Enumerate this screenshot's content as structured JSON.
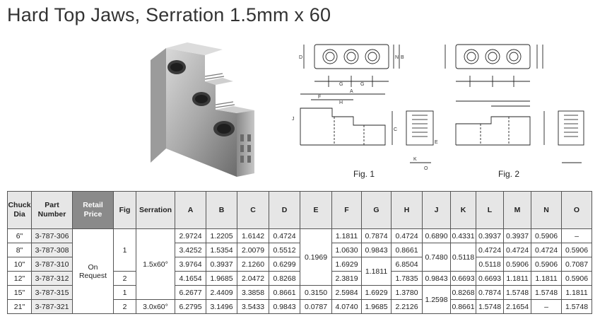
{
  "title": "Hard Top Jaws, Serration 1.5mm x 60",
  "figures": {
    "fig1_label": "Fig. 1",
    "fig2_label": "Fig. 2",
    "dims": {
      "A": "A",
      "B": "B",
      "C": "C",
      "D": "D",
      "E": "E",
      "F": "F",
      "G": "G",
      "H": "H",
      "J": "J",
      "K": "K",
      "N": "N",
      "O": "O"
    }
  },
  "table": {
    "headers": {
      "chuck_dia": "Chuck Dia",
      "part_number": "Part Number",
      "retail_price": "Retail Price",
      "fig": "Fig",
      "serration": "Serration",
      "A": "A",
      "B": "B",
      "C": "C",
      "D": "D",
      "E": "E",
      "F": "F",
      "G": "G",
      "H": "H",
      "J": "J",
      "K": "K",
      "L": "L",
      "M": "M",
      "N": "N",
      "O": "O"
    },
    "price_text_1": "On",
    "price_text_2": "Request",
    "fig_values": [
      "1",
      "2",
      "1",
      "2"
    ],
    "serration_values": [
      "1.5x60°",
      "3.0x60°"
    ],
    "merged": {
      "E_123": "0.1969",
      "G_34": "1.1811",
      "J_23": "0.7480",
      "K_23": "0.5118",
      "J_56": "1.2598"
    },
    "rows": [
      {
        "dia": "6\"",
        "part": "3-787-306",
        "A": "2.9724",
        "B": "1.2205",
        "C": "1.6142",
        "D": "0.4724",
        "F": "1.1811",
        "G": "0.7874",
        "H": "0.4724",
        "J": "0.6890",
        "K": "0.4331",
        "L": "0.3937",
        "M": "0.3937",
        "N": "0.5906",
        "O": "–"
      },
      {
        "dia": "8\"",
        "part": "3-787-308",
        "A": "3.4252",
        "B": "1.5354",
        "C": "2.0079",
        "D": "0.5512",
        "F": "1.0630",
        "G": "0.9843",
        "H": "0.8661",
        "L": "0.4724",
        "M": "0.4724",
        "N": "0.4724",
        "O": "0.5906"
      },
      {
        "dia": "10\"",
        "part": "3-787-310",
        "A": "3.9764",
        "B": "0.3937",
        "C": "2.1260",
        "D": "0.6299",
        "F": "1.6929",
        "H": "6.8504",
        "L": "0.5118",
        "M": "0.5906",
        "N": "0.5906",
        "O": "0.7087"
      },
      {
        "dia": "12\"",
        "part": "3-787-312",
        "A": "4.1654",
        "B": "1.9685",
        "C": "2.0472",
        "D": "0.8268",
        "F": "2.3819",
        "H": "1.7835",
        "J": "0.9843",
        "K": "0.6693",
        "L": "0.6693",
        "M": "1.1811",
        "N": "1.1811",
        "O": "0.5906"
      },
      {
        "dia": "15\"",
        "part": "3-787-315",
        "A": "6.2677",
        "B": "2.4409",
        "C": "3.3858",
        "D": "0.8661",
        "E": "0.3150",
        "F": "2.5984",
        "G": "1.6929",
        "H": "1.3780",
        "K": "0.8268",
        "L": "0.7874",
        "M": "1.5748",
        "N": "1.5748",
        "O": "1.1811"
      },
      {
        "dia": "21\"",
        "part": "3-787-321",
        "A": "6.2795",
        "B": "3.1496",
        "C": "3.5433",
        "D": "0.9843",
        "E": "0.0787",
        "F": "4.0740",
        "G": "1.9685",
        "H": "2.2126",
        "K": "0.8661",
        "L": "1.5748",
        "M": "2.1654",
        "N": "–",
        "O": "1.5748"
      }
    ]
  }
}
